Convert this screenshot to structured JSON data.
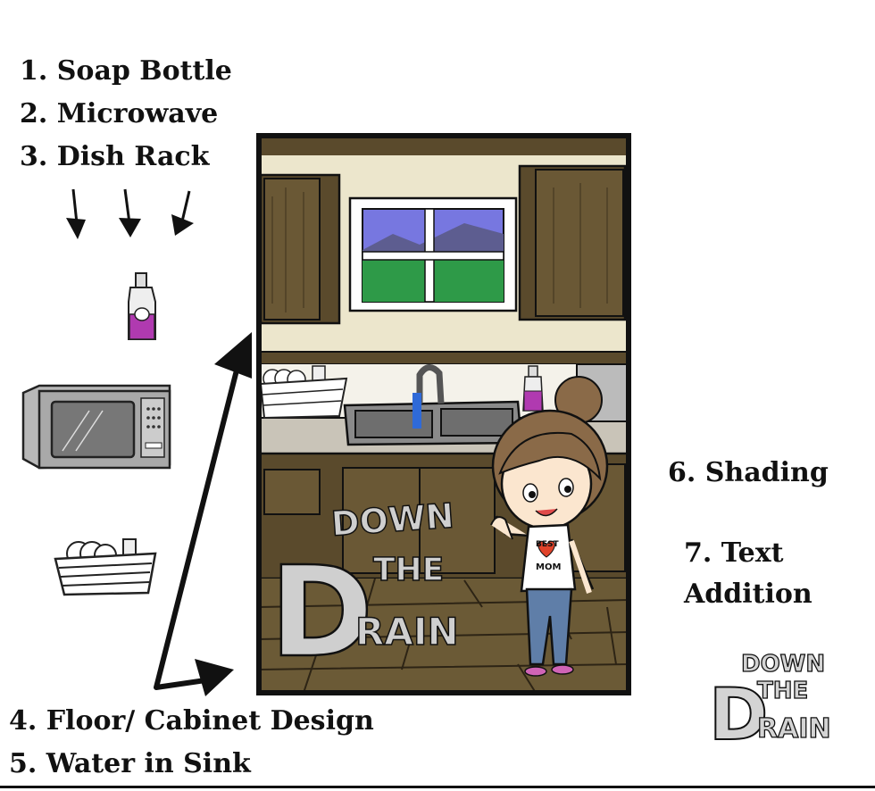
{
  "labels": {
    "l1": "1. Soap Bottle",
    "l2": "2. Microwave",
    "l3": "3. Dish Rack",
    "l4": "4. Floor/ Cabinet Design",
    "l5": "5. Water in Sink",
    "l6": "6. Shading",
    "l7a": "7. Text",
    "l7b": "Addition"
  },
  "logo": {
    "line1": "DOWN",
    "line2": "THE",
    "line3": "RAIN",
    "big_letter": "D"
  },
  "shirt": {
    "line1": "BEST",
    "line2": "MOM"
  },
  "colors": {
    "cabinet": "#5a4a2c",
    "wall": "#ece6cc",
    "floor": "#6b5a36",
    "sky": "#7777e0",
    "grass": "#2e9a48",
    "soap": "#b03ab0",
    "water": "#2f6ad8",
    "outline": "#111111"
  }
}
